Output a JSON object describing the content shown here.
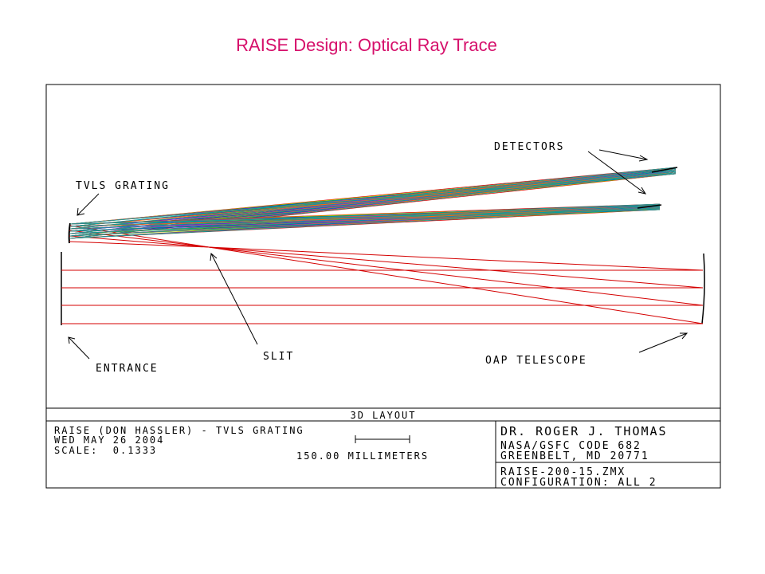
{
  "page": {
    "title": "RAISE Design: Optical Ray Trace"
  },
  "labels": {
    "detectors": "DETECTORS",
    "tvls_grating": "TVLS GRATING",
    "slit": "SLIT",
    "entrance": "ENTRANCE",
    "oap_telescope": "OAP TELESCOPE"
  },
  "title_block": {
    "layout_title": "3D LAYOUT",
    "line1": "RAISE (DON HASSLER) - TVLS GRATING",
    "line2": "WED MAY 26 2004",
    "line3": "SCALE:  0.1333",
    "scale_bar_label": "150.00 MILLIMETERS",
    "author": "DR. ROGER J. THOMAS",
    "org": "NASA/GSFC CODE 682",
    "location": "GREENBELT, MD 20771",
    "file": "RAISE-200-15.ZMX",
    "config": "CONFIGURATION: ALL 2"
  },
  "colors": {
    "title": "#d6106b",
    "ray": "#d40000",
    "frame": "#000000",
    "spectrum": [
      "#d40000",
      "#e8d000",
      "#2aa02a",
      "#1030c0",
      "#8a2be2",
      "#ff6a00",
      "#00a0a0"
    ]
  }
}
